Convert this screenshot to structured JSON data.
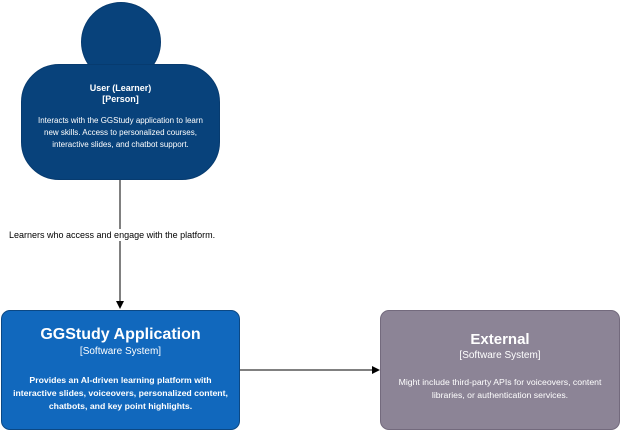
{
  "person": {
    "name": "User (Learner)",
    "type": "[Person]",
    "description": "Interacts with the GGStudy application to learn new skills. Access to personalized courses, interactive slides, and chatbot support."
  },
  "edge_label": "Learners who access and engage with the platform.",
  "app": {
    "title": "GGStudy Application",
    "type": "[Software System]",
    "description": "Provides an AI-driven learning platform with interactive slides, voiceovers, personalized content, chatbots, and key point highlights."
  },
  "external": {
    "title": "External",
    "type": "[Software System]",
    "description": "Might include third-party APIs for voiceovers, content libraries, or authentication services."
  },
  "colors": {
    "person": "#08427b",
    "app": "#1168bd",
    "external": "#8c8496"
  }
}
